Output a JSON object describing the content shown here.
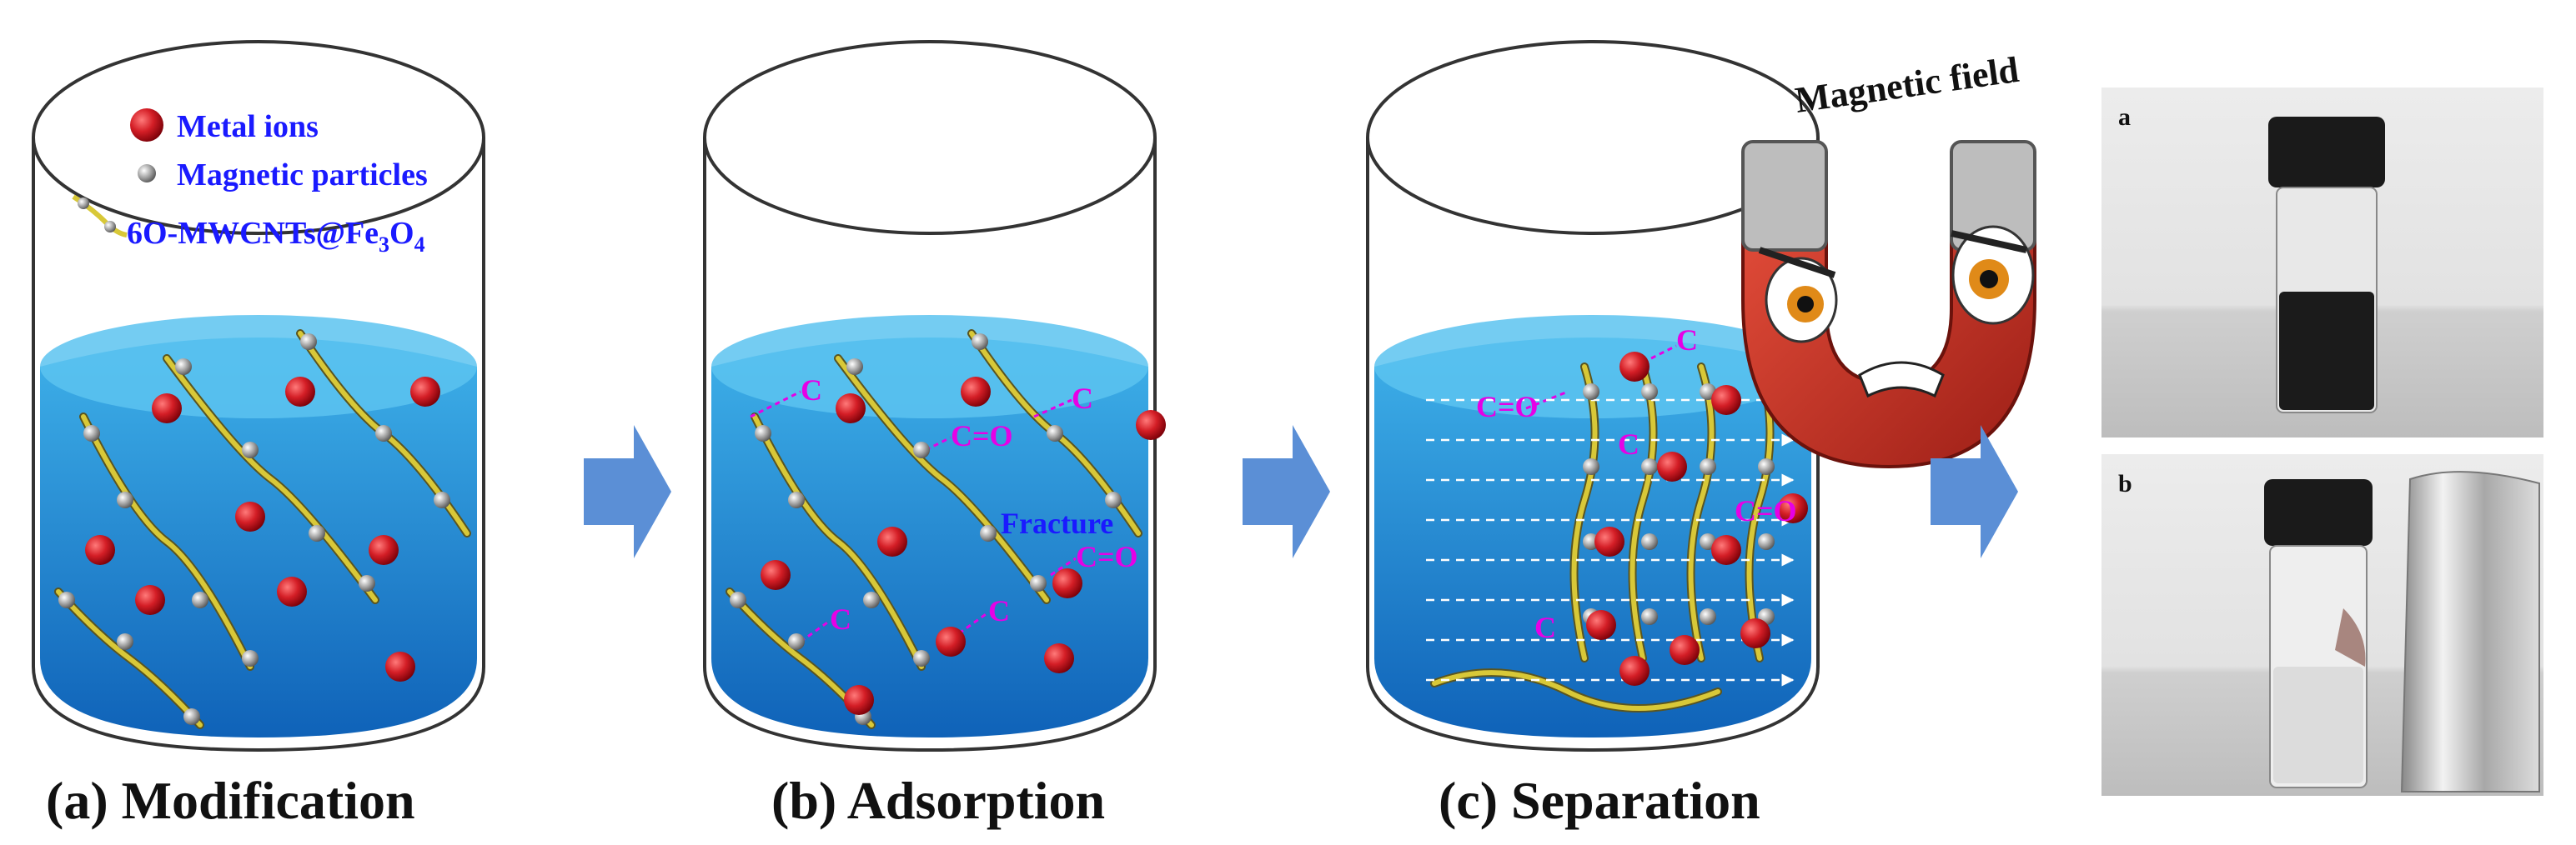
{
  "legend": {
    "metal_ions": "Metal ions",
    "magnetic_particles": "Magnetic particles",
    "composite_prefix": "6O-MWCNTs@Fe",
    "composite_sub1": "3",
    "composite_mid": "O",
    "composite_sub2": "4"
  },
  "panels": {
    "a": "(a) Modification",
    "b": "(b) Adsorption",
    "c": "(c) Separation"
  },
  "bonds": {
    "c": "C",
    "co": "C=O",
    "fracture": "Fracture"
  },
  "magnet": {
    "label": "Magnetic field"
  },
  "photos": {
    "a": "a",
    "b": "b"
  },
  "colors": {
    "liquid": "#1f8fd6",
    "metal_ion": "#c8141e",
    "particle": "#9a9a9a",
    "nanotube": "#d8c838",
    "arrow": "#5b8fd6",
    "bond": "#e600e6",
    "magnet": "#d23a2a"
  }
}
